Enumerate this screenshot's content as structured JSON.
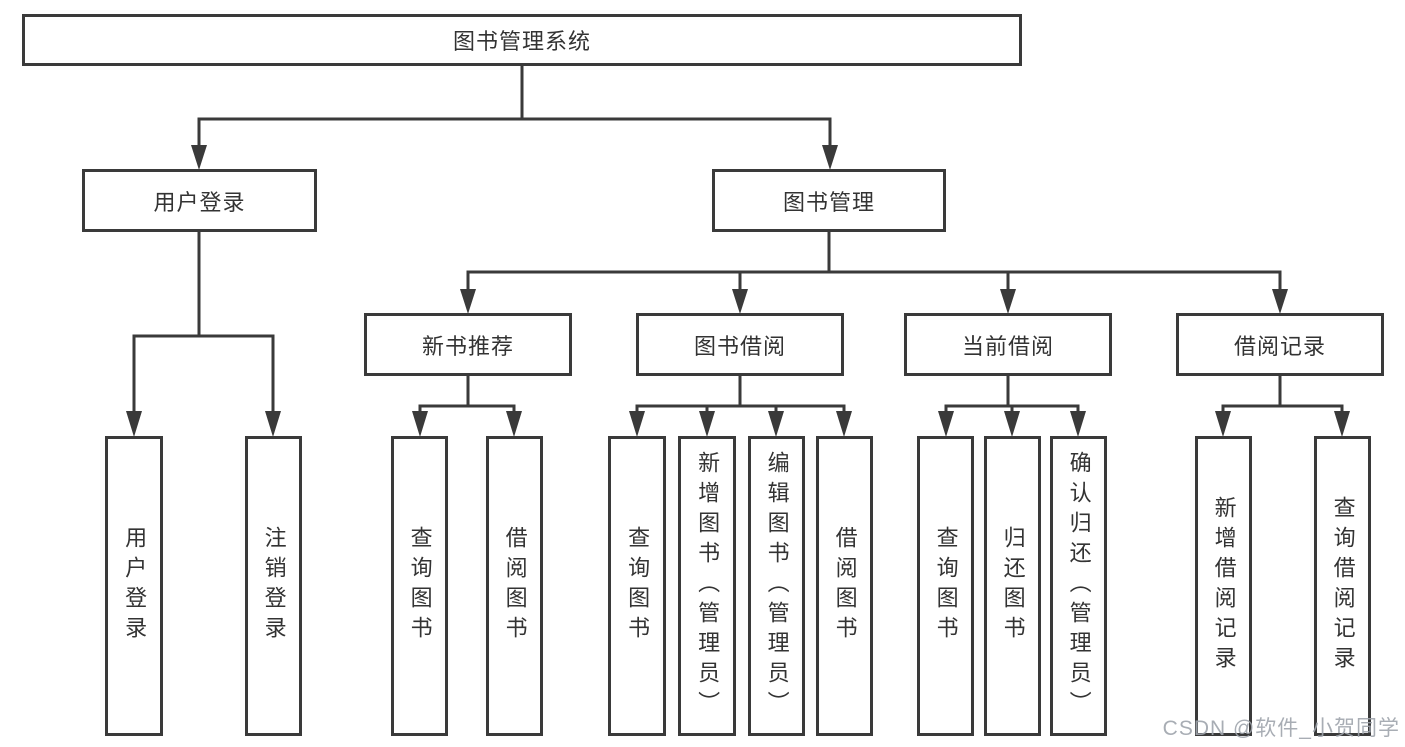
{
  "diagram": {
    "root": {
      "label": "图书管理系统"
    },
    "branches": [
      {
        "label": "用户登录",
        "children": [
          {
            "label": "用户登录"
          },
          {
            "label": "注销登录"
          }
        ]
      },
      {
        "label": "图书管理",
        "children": [
          {
            "label": "新书推荐",
            "children": [
              {
                "label": "查询图书"
              },
              {
                "label": "借阅图书"
              }
            ]
          },
          {
            "label": "图书借阅",
            "children": [
              {
                "label": "查询图书"
              },
              {
                "label": "新增图书（管理员）"
              },
              {
                "label": "编辑图书（管理员）"
              },
              {
                "label": "借阅图书"
              }
            ]
          },
          {
            "label": "当前借阅",
            "children": [
              {
                "label": "查询图书"
              },
              {
                "label": "归还图书"
              },
              {
                "label": "确认归还（管理员）"
              }
            ]
          },
          {
            "label": "借阅记录",
            "children": [
              {
                "label": "新增借阅记录"
              },
              {
                "label": "查询借阅记录"
              }
            ]
          }
        ]
      }
    ],
    "watermark": "CSDN @软件_小贺同学",
    "colors": {
      "line": "#3a3a3a",
      "border": "#3a3a3a",
      "text": "#333333",
      "background": "#ffffff",
      "watermark": "#9ea4ac"
    }
  }
}
